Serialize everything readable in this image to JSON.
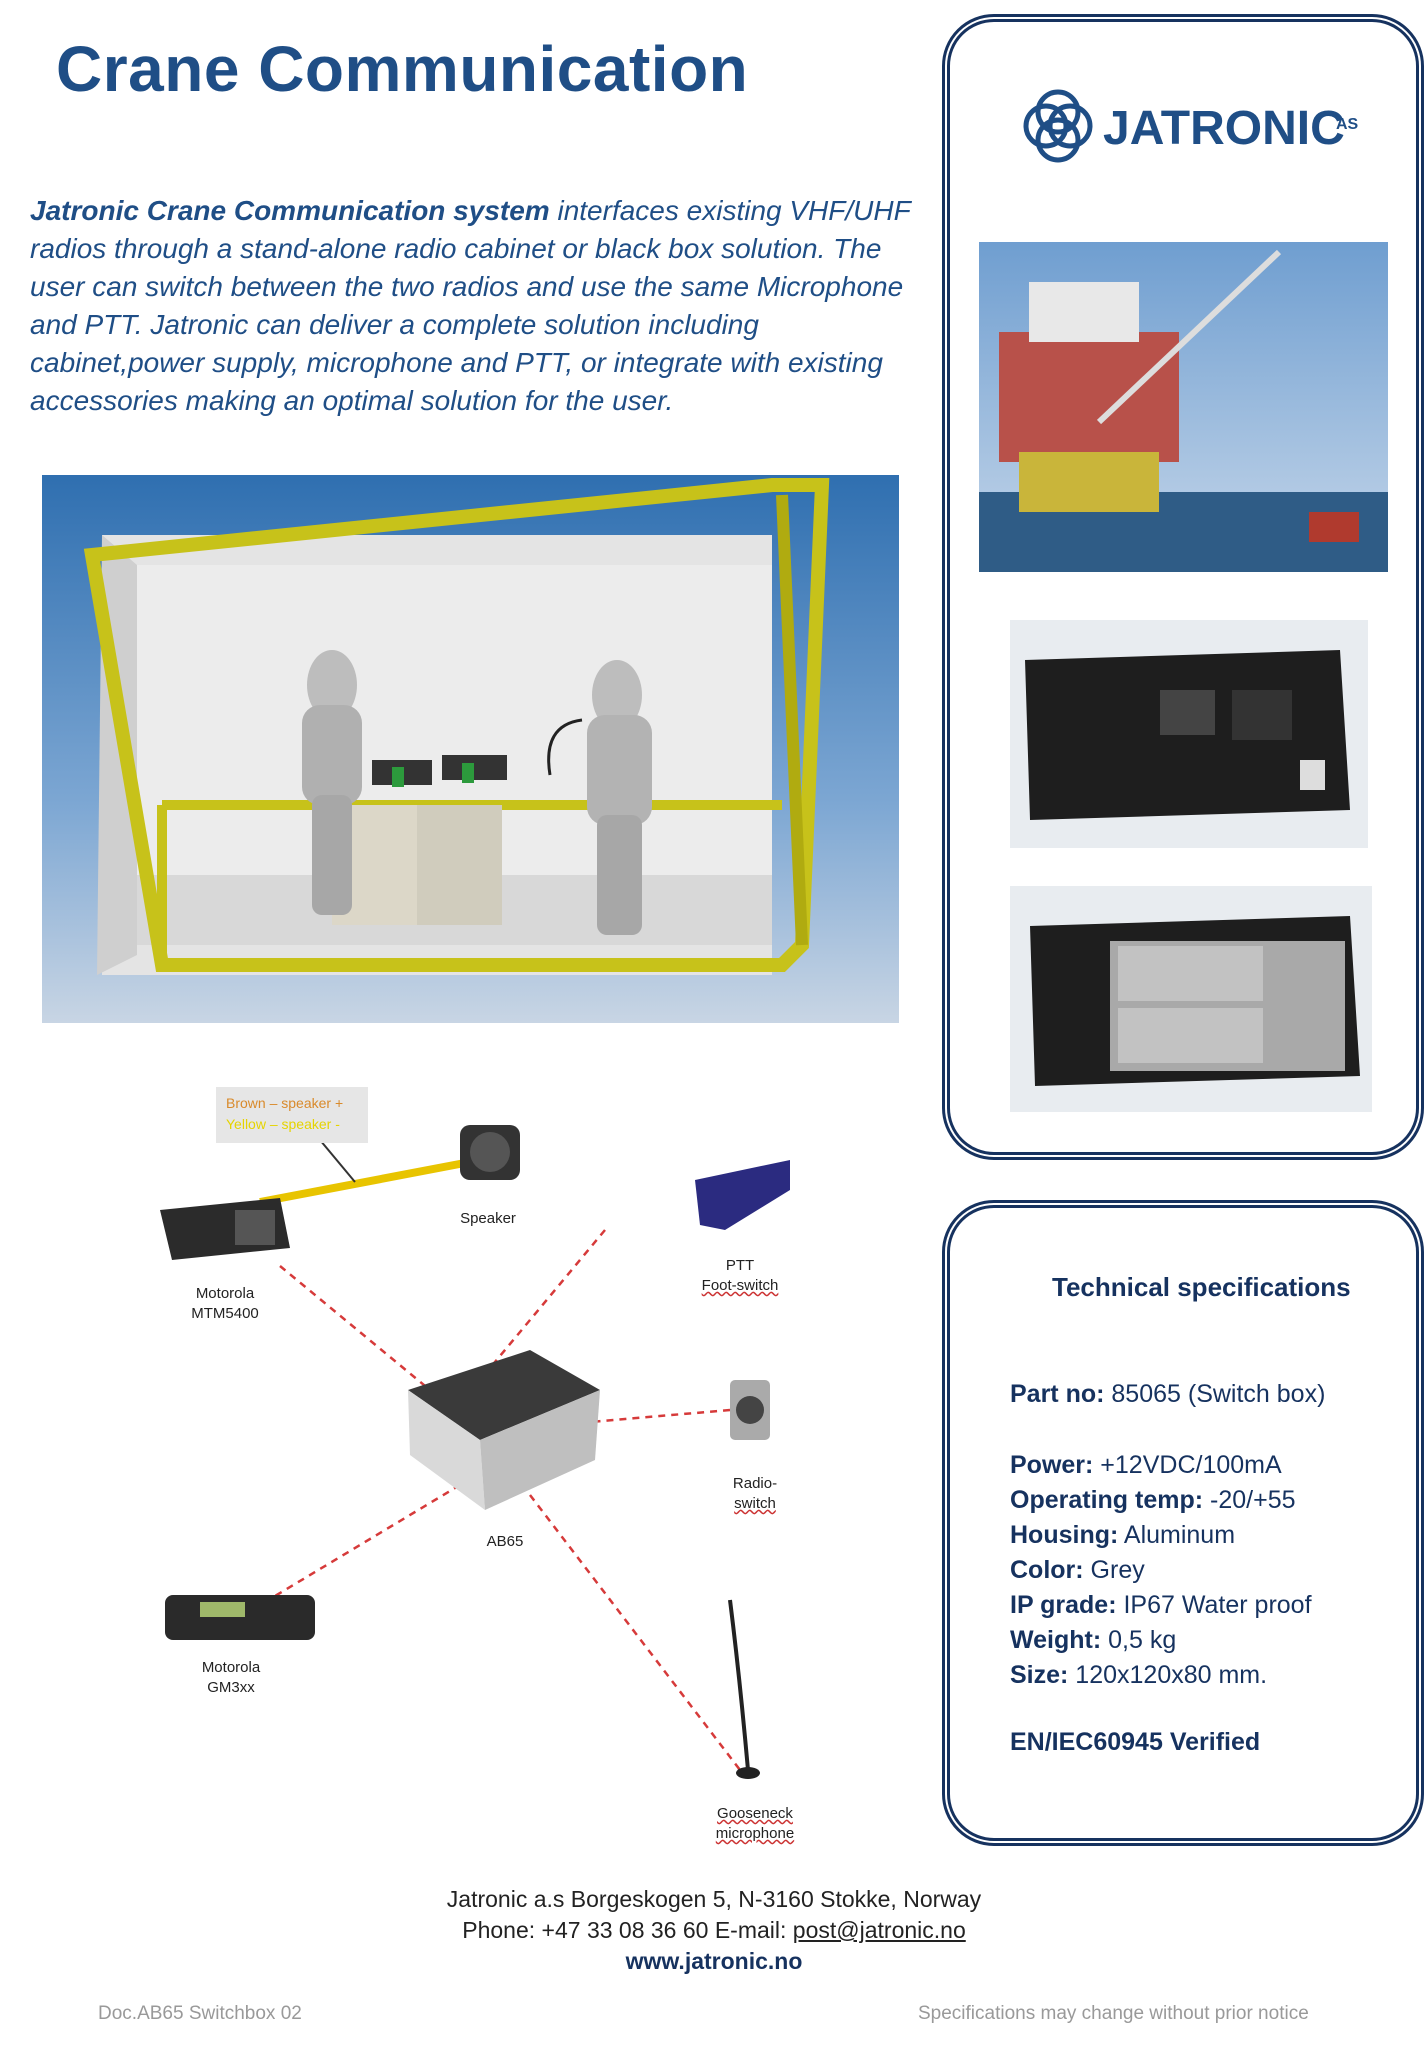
{
  "header": {
    "title": "Crane Communication"
  },
  "intro": {
    "bold": "Jatronic Crane Communication system",
    "text": " interfaces existing VHF/UHF radios through a stand-alone radio cabinet or black box solution. The user can switch between the two radios and use the same Microphone and PTT. Jatronic can deliver a complete solution including cabinet,power supply, microphone and PTT, or integrate with existing accessories making an optimal solution for the user."
  },
  "logo": {
    "text": "JATRONIC",
    "suffix": "AS"
  },
  "diagram": {
    "caption_line1": "Brown – speaker +",
    "caption_line2": "Yellow – speaker -",
    "speaker": "Speaker",
    "ptt": "PTT",
    "ptt2": "Foot-switch",
    "radio1": "Motorola",
    "radio1b": "MTM5400",
    "box": "AB65",
    "radioswitch": "Radio-",
    "radioswitch2": "switch",
    "radio2": "Motorola",
    "radio2b": "GM3xx",
    "mic": "Gooseneck",
    "mic2": "microphone"
  },
  "specs": {
    "title": "Technical specifications",
    "part_label": "Part no:",
    "part_value": " 85065 (Switch box)",
    "power_label": "Power:",
    "power_value": " +12VDC/100mA",
    "temp_label": "Operating temp:",
    "temp_value": " -20/+55",
    "housing_label": "Housing:",
    "housing_value": " Aluminum",
    "color_label": "Color:",
    "color_value": " Grey",
    "ip_label": "IP grade:",
    "ip_value": " IP67 Water proof",
    "weight_label": "Weight:",
    "weight_value": " 0,5 kg",
    "size_label": "Size:",
    "size_value": " 120x120x80 mm.",
    "verified": "EN/IEC60945 Verified"
  },
  "footer": {
    "address": "Jatronic a.s  Borgeskogen 5,  N-3160 Stokke, Norway",
    "phone_prefix": "Phone: +47 33 08 36 60  E-mail: ",
    "email": "post@jatronic.no",
    "web": "www.jatronic.no",
    "doc": "Doc.AB65 Switchbox 02",
    "notice": "Specifications may change without prior notice"
  }
}
